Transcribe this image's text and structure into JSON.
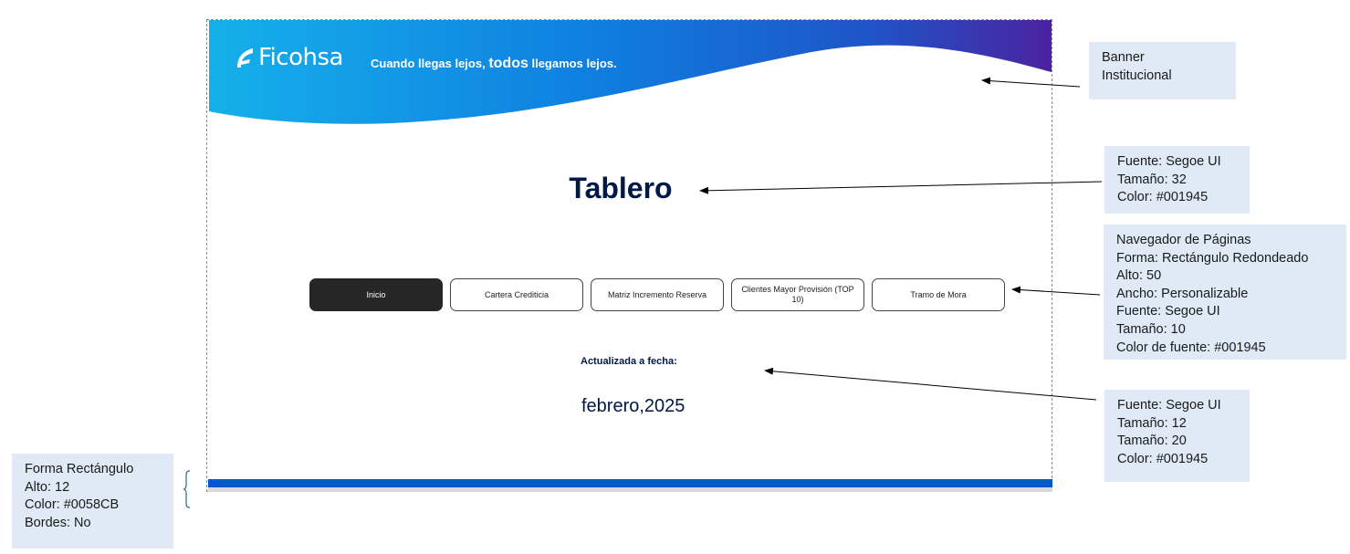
{
  "banner": {
    "brand": "Ficohsa",
    "tagline_pre": "Cuando llegas lejos, ",
    "tagline_emphasis": "todos",
    "tagline_post": " llegamos lejos."
  },
  "page": {
    "title": "Tablero",
    "updated_label": "Actualizada a fecha:",
    "updated_value": "febrero,2025"
  },
  "nav": [
    {
      "label": "Inicio",
      "active": true
    },
    {
      "label": "Cartera Crediticia",
      "active": false
    },
    {
      "label": "Matriz Incremento Reserva",
      "active": false
    },
    {
      "label": "Clientes Mayor Provisión (TOP 10)",
      "active": false
    },
    {
      "label": "Tramo de Mora",
      "active": false
    }
  ],
  "annotations": {
    "banner": [
      "Banner",
      "Institucional"
    ],
    "title": [
      "Fuente: Segoe UI",
      "Tamaño: 32",
      "Color: #001945"
    ],
    "navigator": [
      "Navegador de Páginas",
      "Forma: Rectángulo Redondeado",
      "Alto: 50",
      "Ancho: Personalizable",
      "Fuente: Segoe UI",
      "Tamaño: 10",
      "Color de fuente: #001945"
    ],
    "date": [
      "Fuente: Segoe UI",
      "Tamaño: 12",
      "Tamaño: 20",
      "Color: #001945"
    ],
    "footer": [
      "Forma Rectángulo",
      "Alto: 12",
      "Color:  #0058CB",
      "Bordes: No"
    ]
  },
  "colors": {
    "title": "#001945",
    "footer_bar": "#0058CB",
    "banner_light": "#1aa9e6",
    "banner_dark": "#4a2590",
    "annotation_bg": "#dfeaf6"
  }
}
